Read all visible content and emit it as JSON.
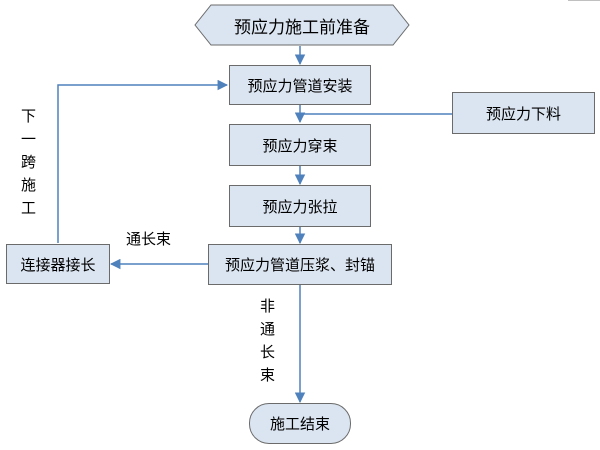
{
  "nodes": {
    "start": "预应力施工前准备",
    "duct_install": "预应力管道安装",
    "strand_cutting": "预应力下料",
    "threading": "预应力穿束",
    "tensioning": "预应力张拉",
    "grouting": "预应力管道压浆、封锚",
    "coupler": "连接器接长",
    "end": "施工结束"
  },
  "edge_labels": {
    "through_bundle": "通长束",
    "non_through_bundle": "非通长束",
    "next_span": "下一跨施工"
  },
  "colors": {
    "node_fill": "#dbe5f1",
    "node_border": "#6b6b6b",
    "arrow": "#4f81bd"
  }
}
